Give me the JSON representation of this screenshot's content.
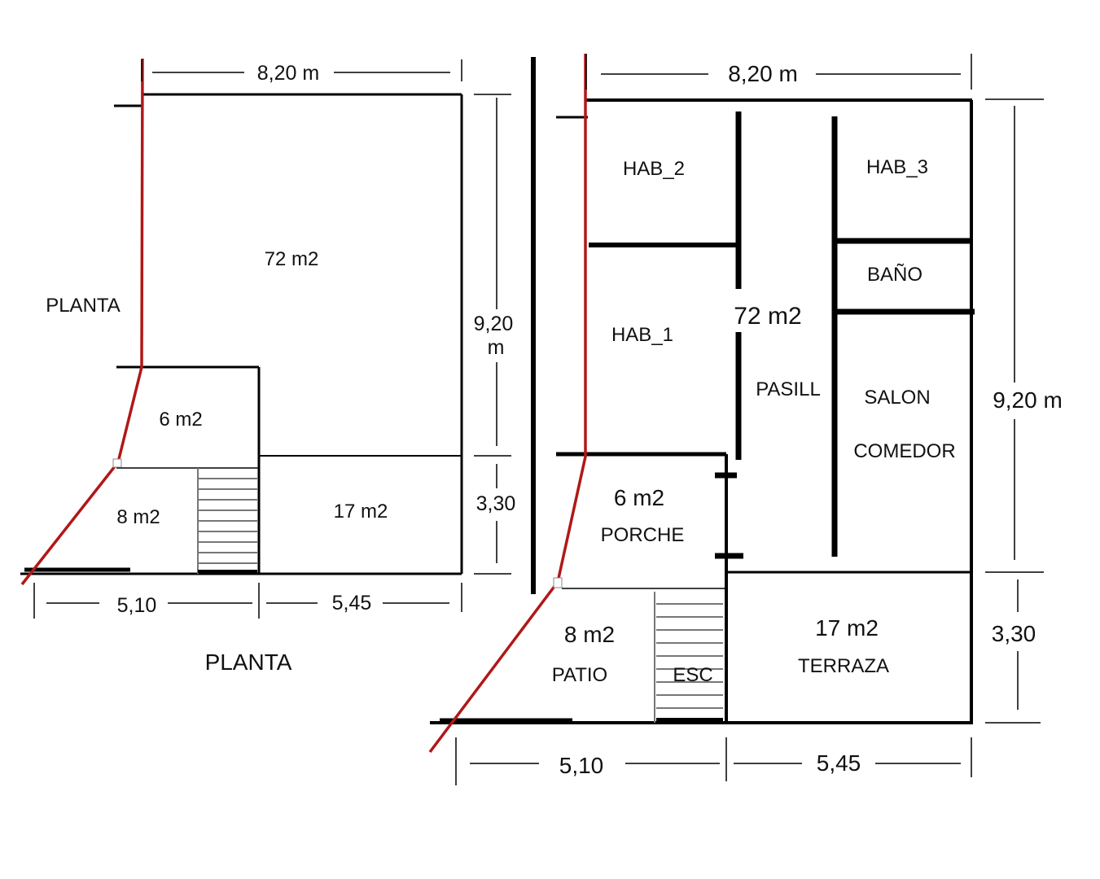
{
  "left_plan": {
    "dim_top": "8,20 m",
    "dim_right_main_1": "9,20",
    "dim_right_main_2": "m",
    "dim_right_lower": "3,30",
    "dim_bottom_left": "5,10",
    "dim_bottom_right": "5,45",
    "side_label": "PLANTA",
    "caption": "PLANTA",
    "area_main": "72 m2",
    "area_small": "6 m2",
    "area_patio": "8 m2",
    "area_terrace": "17 m2"
  },
  "right_plan": {
    "dim_top": "8,20 m",
    "dim_right_main": "9,20 m",
    "dim_right_lower": "3,30",
    "dim_bottom_left": "5,10",
    "dim_bottom_right": "5,45",
    "area_main": "72 m2",
    "rooms": {
      "hab2": "HAB_2",
      "hab3": "HAB_3",
      "bano": "BAÑO",
      "hab1": "HAB_1",
      "pasillo": "PASILL",
      "salon": "SALON",
      "comedor": "COMEDOR",
      "porche_area": "6 m2",
      "porche": "PORCHE",
      "patio_area": "8 m2",
      "patio": "PATIO",
      "escalera": "ESC",
      "terraza_area": "17 m2",
      "terraza": "TERRAZA"
    }
  },
  "colors": {
    "walls": "#000000",
    "boundary_line": "#b01818",
    "stairs": "#777777"
  }
}
